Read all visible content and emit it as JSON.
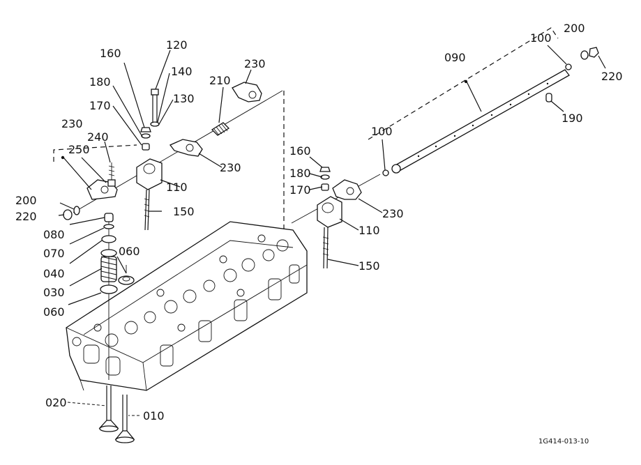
{
  "labels": {
    "p010": "010",
    "p020": "020",
    "p030": "030",
    "p040": "040",
    "p060a": "060",
    "p060b": "060",
    "p070": "070",
    "p080": "080",
    "p090": "090",
    "p100a": "100",
    "p100b": "100",
    "p110a": "110",
    "p110b": "110",
    "p120": "120",
    "p130": "130",
    "p140": "140",
    "p150a": "150",
    "p150b": "150",
    "p160a": "160",
    "p160b": "160",
    "p170a": "170",
    "p170b": "170",
    "p180a": "180",
    "p180b": "180",
    "p190": "190",
    "p200a": "200",
    "p200b": "200",
    "p210": "210",
    "p220a": "220",
    "p220b": "220",
    "p230a": "230",
    "p230b": "230",
    "p230c": "230",
    "p230d": "230",
    "p240": "240",
    "p250": "250"
  },
  "drawing_code": "1G414-013-10"
}
